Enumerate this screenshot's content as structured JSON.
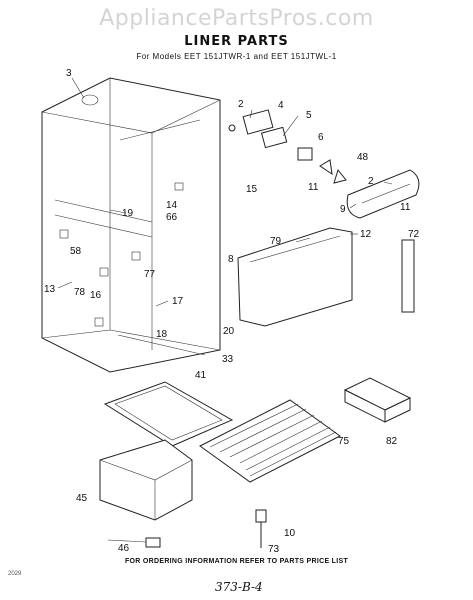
{
  "watermark": "AppliancePartsPros.com",
  "title": "LINER PARTS",
  "subtitle": "For Models EET 151JTWR-1 and EET 151JTWL-1",
  "callouts": [
    "3",
    "2",
    "4",
    "5",
    "6",
    "48",
    "2",
    "11",
    "9",
    "11",
    "15",
    "14",
    "66",
    "19",
    "79",
    "12",
    "72",
    "58",
    "77",
    "8",
    "13",
    "78",
    "16",
    "17",
    "20",
    "18",
    "33",
    "41",
    "82",
    "75",
    "45",
    "10",
    "46",
    "73"
  ],
  "footer": "FOR ORDERING INFORMATION REFER TO PARTS PRICE LIST",
  "code": "2029",
  "handwritten": "373-B-4"
}
